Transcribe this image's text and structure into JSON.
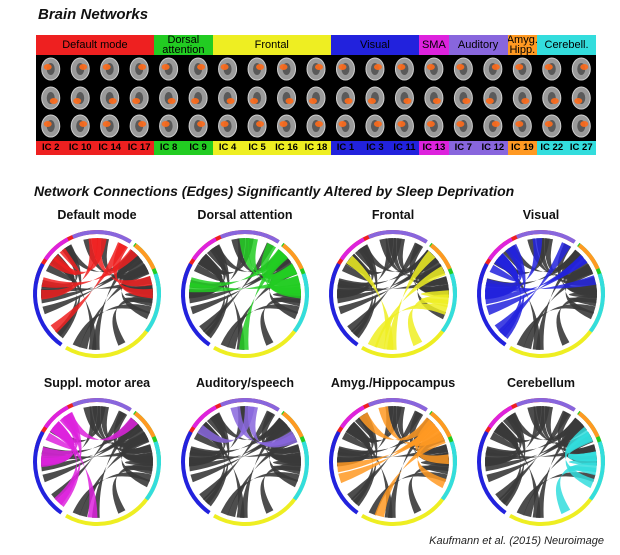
{
  "title_networks": "Brain Networks",
  "title_edges": "Network Connections (Edges) Significantly Altered by Sleep Deprivation",
  "credit": "Kaufmann et al. (2015) Neuroimage",
  "networks": [
    {
      "label": "Default mode",
      "color": "#ee2020",
      "ics": [
        "IC 2",
        "IC 10",
        "IC 14",
        "IC 17"
      ]
    },
    {
      "label": "Dorsal attention",
      "color": "#22cc22",
      "ics": [
        "IC 8",
        "IC 9"
      ]
    },
    {
      "label": "Frontal",
      "color": "#eeee22",
      "ics": [
        "IC 4",
        "IC 5",
        "IC 16",
        "IC 18"
      ]
    },
    {
      "label": "Visual",
      "color": "#2222dd",
      "ics": [
        "IC 1",
        "IC 3",
        "IC 11"
      ]
    },
    {
      "label": "SMA",
      "color": "#dd22dd",
      "ics": [
        "IC 13"
      ]
    },
    {
      "label": "Auditory",
      "color": "#8866dd",
      "ics": [
        "IC 7",
        "IC 12"
      ]
    },
    {
      "label": "Amyg. Hipp.",
      "color": "#ff9922",
      "ics": [
        "IC 19"
      ]
    },
    {
      "label": "Cerebell.",
      "color": "#33dddd",
      "ics": [
        "IC 22",
        "IC 27"
      ]
    }
  ],
  "panels": [
    {
      "title": "Default mode",
      "highlight": "#ee2020",
      "net": 0
    },
    {
      "title": "Dorsal attention",
      "highlight": "#22cc22",
      "net": 1
    },
    {
      "title": "Frontal",
      "highlight": "#eeee22",
      "net": 2
    },
    {
      "title": "Visual",
      "highlight": "#2222dd",
      "net": 3
    },
    {
      "title": "Suppl. motor area",
      "highlight": "#dd22dd",
      "net": 4
    },
    {
      "title": "Auditory/speech",
      "highlight": "#8866dd",
      "net": 5
    },
    {
      "title": "Amyg./Hippocampus",
      "highlight": "#ff9922",
      "net": 6
    },
    {
      "title": "Cerebellum",
      "highlight": "#33dddd",
      "net": 7
    }
  ]
}
